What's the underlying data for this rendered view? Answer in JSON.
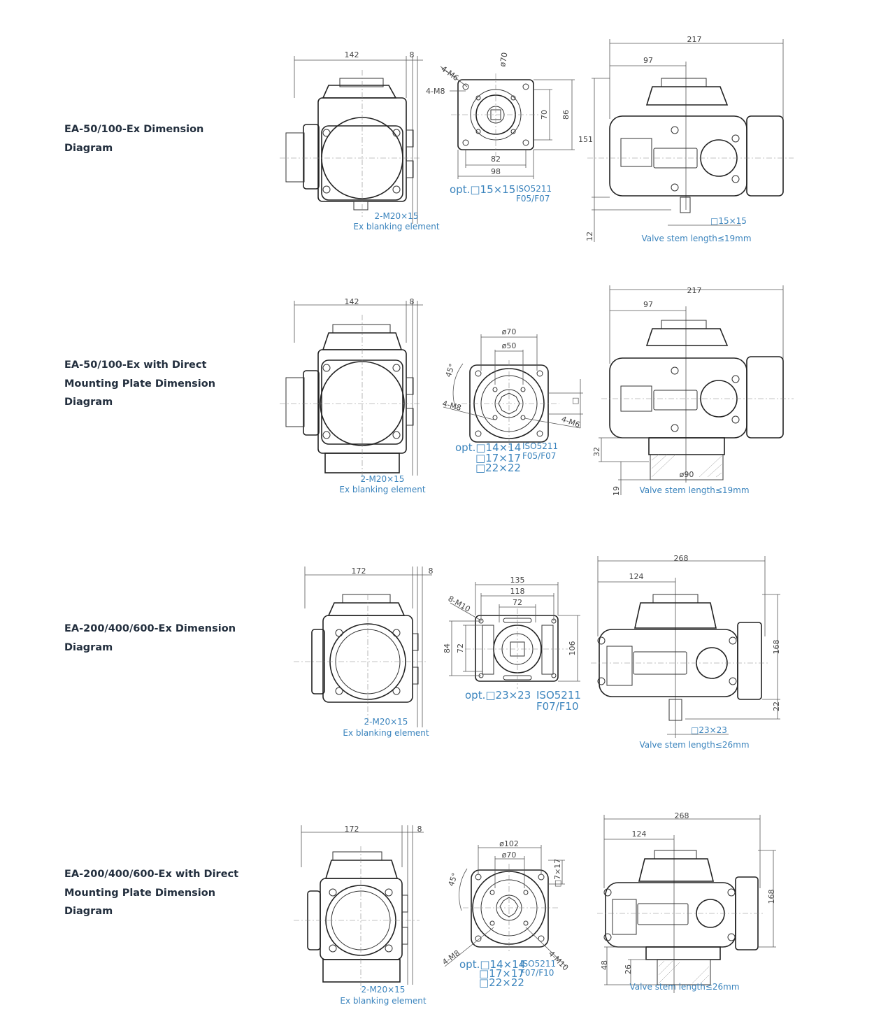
{
  "diagrams": [
    {
      "title": "EA-50/100-Ex Dimension Diagram",
      "front": {
        "width": "142",
        "offset": "8",
        "note1": "2-M20×15",
        "note2": "Ex blanking element"
      },
      "flange": {
        "bolt1": "4-M6",
        "bolt2": "4-M8",
        "diameter": "ø70",
        "h1": "70",
        "h2": "86",
        "w1": "82",
        "w2": "98",
        "opt": "opt.□15×15",
        "iso1": "ISO5211",
        "iso2": "F05/F07"
      },
      "side": {
        "total": "217",
        "partial": "97",
        "height": "151",
        "bottom": "12",
        "square": "□15×15",
        "stem": "Valve stem length≤19mm"
      }
    },
    {
      "title": "EA-50/100-Ex with Direct Mounting Plate Dimension Diagram",
      "front": {
        "width": "142",
        "offset": "8",
        "note1": "2-M20×15",
        "note2": "Ex blanking element"
      },
      "plate": {
        "d1": "ø70",
        "d2": "ø50",
        "angle": "45°",
        "bolt1": "4-M8",
        "bolt2": "4-M6",
        "sq": "□",
        "opt": "opt.□14×14",
        "opt2": "□17×17",
        "opt3": "□22×22",
        "iso1": "ISO5211",
        "iso2": "F05/F07"
      },
      "side": {
        "total": "217",
        "partial": "97",
        "h1": "32",
        "h2": "19",
        "dia": "ø90",
        "stem": "Valve stem length≤19mm"
      }
    },
    {
      "title": "EA-200/400/600-Ex Dimension Diagram",
      "front": {
        "width": "172",
        "offset": "8",
        "note1": "2-M20×15",
        "note2": "Ex blanking element"
      },
      "flange": {
        "bolt1": "8-M10",
        "w1": "135",
        "w2": "118",
        "w3": "72",
        "h1": "84",
        "h2": "72",
        "h3": "106",
        "opt": "opt.□23×23",
        "iso1": "ISO5211",
        "iso2": "F07/F10"
      },
      "side": {
        "total": "268",
        "partial": "124",
        "height": "168",
        "bottom": "22",
        "square": "□23×23",
        "stem": "Valve stem length≤26mm"
      }
    },
    {
      "title": "EA-200/400/600-Ex with Direct Mounting Plate Dimension Diagram",
      "front": {
        "width": "172",
        "offset": "8",
        "note1": "2-M20×15",
        "note2": "Ex blanking element"
      },
      "plate": {
        "d1": "ø102",
        "d2": "ø70",
        "angle": "45°",
        "bolt1": "4-M8",
        "bolt2": "4-M10",
        "sq": "□7×17",
        "opt": "opt.□14×14",
        "opt2": "□17×17",
        "opt3": "□22×22",
        "iso1": "ISO5211",
        "iso2": "F07/F10"
      },
      "side": {
        "total": "268",
        "partial": "124",
        "height": "168",
        "h1": "48",
        "h2": "26",
        "stem": "Valve stem length≤26mm"
      }
    }
  ]
}
